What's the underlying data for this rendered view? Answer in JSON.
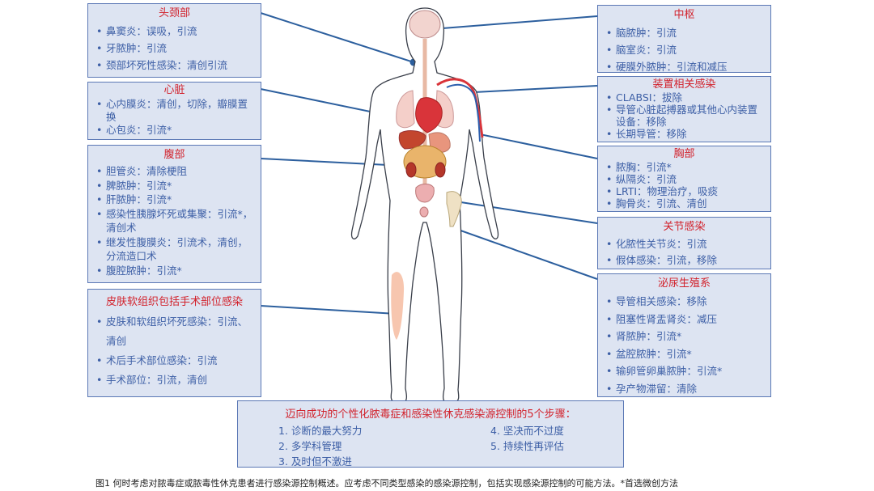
{
  "boxes": {
    "head_neck": {
      "title": "头颈部",
      "items": [
        "鼻窦炎：误吸，引流",
        "牙脓肿：引流",
        "颈部坏死性感染：清创引流"
      ]
    },
    "heart": {
      "title": "心脏",
      "items": [
        "心内膜炎：清创，切除，瓣膜置换",
        "心包炎：引流*"
      ]
    },
    "abdomen": {
      "title": "腹部",
      "items": [
        "胆管炎：清除梗阻",
        "脾脓肿：引流*",
        "肝脓肿：引流*",
        "感染性胰腺坏死或集聚：引流*，清创术",
        "继发性腹膜炎：引流术，清创，分流造口术",
        "腹腔脓肿：引流*"
      ]
    },
    "skin": {
      "title": "皮肤软组织包括手术部位感染",
      "items": [
        "皮肤和软组织坏死感染：引流、清创",
        "术后手术部位感染：引流",
        "手术部位：引流，清创"
      ]
    },
    "cns": {
      "title": "中枢",
      "items": [
        "脑脓肿：引流",
        "脑室炎：引流",
        "硬膜外脓肿：引流和减压"
      ]
    },
    "device": {
      "title": "装置相关感染",
      "items": [
        "CLABSI：拔除",
        "导管心脏起搏器或其他心内装置设备：移除",
        "长期导管：移除"
      ]
    },
    "chest": {
      "title": "胸部",
      "items": [
        "脓胸：引流*",
        "纵隔炎：引流",
        "LRTI：物理治疗，吸痰",
        "胸骨炎：引流、清创"
      ]
    },
    "joint": {
      "title": "关节感染",
      "items": [
        "化脓性关节炎：引流",
        "假体感染：引流，移除"
      ]
    },
    "urogenital": {
      "title": "泌尿生殖系",
      "items": [
        "导管相关感染：移除",
        "阻塞性肾盂肾炎：减压",
        "肾脓肿：引流*",
        "盆腔脓肿：引流*",
        "输卵管卵巢脓肿：引流*",
        "孕产物滞留：清除"
      ]
    }
  },
  "summary": {
    "title": "迈向成功的个性化脓毒症和感染性休克感染源控制的5个步骤：",
    "steps": [
      "1. 诊断的最大努力",
      "2. 多学科管理",
      "3. 及时但不激进",
      "4. 坚决而不过度",
      "5. 持续性再评估"
    ]
  },
  "caption": "图1 何时考虑对脓毒症或脓毒性休克患者进行感染源控制概述。应考虑不同类型感染的感染源控制，包括实现感染源控制的可能方法。*首选微创方法",
  "colors": {
    "box_fill": "#dde4f2",
    "box_border": "#5b78b5",
    "title_red": "#d2222c",
    "text_blue": "#3d5fa6",
    "connector": "#2c5f9e"
  }
}
